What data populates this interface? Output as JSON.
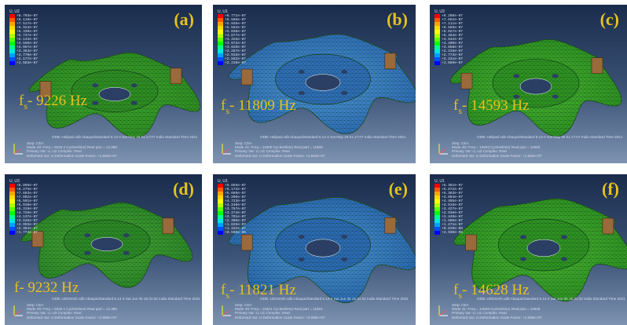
{
  "panels": [
    {
      "label": "(a)",
      "freq_prefix": "f",
      "freq_sub": "s",
      "freq_value": "- 9226 Hz",
      "legend_title": "U, U2",
      "legend_values": [
        "+8.703e-07",
        "+8.110e-07",
        "+7.517e-07",
        "+6.923e-07",
        "+6.330e-07",
        "+5.737e-07",
        "+5.143e-07",
        "+4.550e-07",
        "+3.957e-07",
        "+3.363e-07",
        "+2.770e-07",
        "+2.177e-07",
        "+1.583e-07"
      ],
      "odb_line": "ODB: Helipad.odb    Abaqus/Standard 6.14-4    Sat May 29 01:17:07 India Standard Time 2021",
      "info_lines": [
        "Step: CEA",
        "Mode    29: Freq = 9226.2    Cycles/time) Real part = 14.386",
        "Primary Var: U, U2    Complex: Real",
        "Deformed Var: U    Deformation Scale Factor: +1.563e+07"
      ],
      "mesh_colors": [
        "#3ea82c",
        "#2f8f22"
      ]
    },
    {
      "label": "(b)",
      "freq_prefix": "f",
      "freq_sub": "s",
      "freq_value": "- 11809 Hz",
      "legend_title": "U, U1",
      "legend_values": [
        "+6.771e-07",
        "+6.588e-07",
        "+5.935e-07",
        "+5.583e-07",
        "+5.030e-07",
        "+4.677e-07",
        "+4.325e-07",
        "+3.972e-07",
        "+3.620e-07",
        "+3.267e-07",
        "+2.915e-07",
        "+2.562e-07",
        "+2.210e-07"
      ],
      "odb_line": "ODB: Helipad.odb    Abaqus/Standard 6.14-4    Sat May 29 01:17:07 India Standard Time 2021",
      "info_lines": [
        "Step: CEA",
        "Mode    31: Freq = 11809    Cycles/time) Real part = 11809",
        "Primary Var: U, U1    Complex: Real",
        "Deformed Var: U    Deformation Scale Factor: +1.563e+07"
      ],
      "mesh_colors": [
        "#4f9ad6",
        "#2f6fb8"
      ]
    },
    {
      "label": "(c)",
      "freq_prefix": "f",
      "freq_sub": "s",
      "freq_value": "- 14593 Hz",
      "legend_title": "U, U3",
      "legend_values": [
        "+8.208e-07",
        "+7.652e-07",
        "+7.111e-07",
        "+6.569e-07",
        "+6.027e-07",
        "+5.484e-07",
        "+4.942e-07",
        "+4.400e-07",
        "+3.858e-07",
        "+3.316e-07",
        "+2.773e-07",
        "+2.231e-07",
        "+1.689e-07"
      ],
      "odb_line": "ODB: Helipad.odb    Abaqus/Standard 6.14-4    Sat May 29 01:17:07 India Standard Time 2021",
      "info_lines": [
        "Step: CEA",
        "Mode    36: Freq = 14593    Cycles/time) Real part = 14593",
        "Primary Var: U, U3    Complex: Real",
        "Deformed Var: U    Deformation Scale Factor: +1.563e+07"
      ],
      "mesh_colors": [
        "#4ab831",
        "#2e9422"
      ]
    },
    {
      "label": "(d)",
      "freq_prefix": "f",
      "freq_sub": "",
      "freq_value": "- 9232 Hz",
      "legend_title": "U, U3",
      "legend_values": [
        "+8.866e-07",
        "+8.275e-07",
        "+7.683e-07",
        "+7.092e-07",
        "+6.501e-07",
        "+5.910e-07",
        "+5.319e-07",
        "+4.728e-07",
        "+4.137e-07",
        "+3.546e-07",
        "+2.955e-07",
        "+2.364e-07",
        "+1.773e-07"
      ],
      "odb_line": "ODB: LEDmesh.odb    Abaqus/Standard 6.14-4    Sat Jun 05 15:31:02 India Standard Time 2021",
      "info_lines": [
        "Step: CEA",
        "Mode    29: Freq = 9232.1    Cycles/time) Real part = 14.386",
        "Primary Var: U, U3    Complex: Real",
        "Deformed Var: U    Deformation Scale Factor: +2.898e+07"
      ],
      "mesh_colors": [
        "#4aa838",
        "#2c8a26"
      ]
    },
    {
      "label": "(e)",
      "freq_prefix": "f",
      "freq_sub": "s",
      "freq_value": "- 11821 Hz",
      "legend_title": "U, U1",
      "legend_values": [
        "+6.655e-07",
        "+6.172e-07",
        "+5.689e-07",
        "+5.206e-07",
        "+4.723e-07",
        "+4.240e-07",
        "+3.757e-07",
        "+3.274e-07",
        "+2.791e-07",
        "+2.308e-07",
        "+1.825e-07",
        "+1.342e-07",
        "+8.590e-08"
      ],
      "odb_line": "ODB: LEDmesh.odb    Abaqus/Standard 6.14-4    Sat Jun 05 15:31:02 India Standard Time 2021",
      "info_lines": [
        "Step: CEA",
        "Mode    39: Freq = 11821    Cycles/time) Real part = 11821",
        "Primary Var: U, U1    Complex: Real",
        "Deformed Var: U    Deformation Scale Factor: +2.898e+07"
      ],
      "mesh_colors": [
        "#4f9ad6",
        "#2b6bb4"
      ]
    },
    {
      "label": "(f)",
      "freq_prefix": "f",
      "freq_sub": "s",
      "freq_value": "- 14628 Hz",
      "legend_title": "U, U1",
      "legend_values": [
        "+6.361e-07",
        "+5.872e-07",
        "+5.383e-07",
        "+4.894e-07",
        "+4.405e-07",
        "+3.916e-07",
        "+3.427e-07",
        "+2.938e-07",
        "+2.449e-07",
        "+1.960e-07",
        "+1.471e-07",
        "+9.820e-08",
        "+4.930e-08"
      ],
      "odb_line": "ODB: LEDmesh.odb    Abaqus/Standard 6.14-4    Sat Jun 05 15:31:02 India Standard Time 2021",
      "info_lines": [
        "Step: CEA",
        "Mode    41: Freq = 14628    Cycles/time) Real part = 14628",
        "Primary Var: U, U1    Complex: Real",
        "Deformed Var: U    Deformation Scale Factor: +2.898e+07"
      ],
      "mesh_colors": [
        "#4ab831",
        "#2e9422"
      ]
    }
  ],
  "legend_colors": [
    "#ff0000",
    "#ff5a00",
    "#ffa500",
    "#ffd700",
    "#ffff00",
    "#b4ff00",
    "#5aff00",
    "#00ff00",
    "#00ff8c",
    "#00e6e6",
    "#00a0ff",
    "#0050ff",
    "#0000ff"
  ]
}
